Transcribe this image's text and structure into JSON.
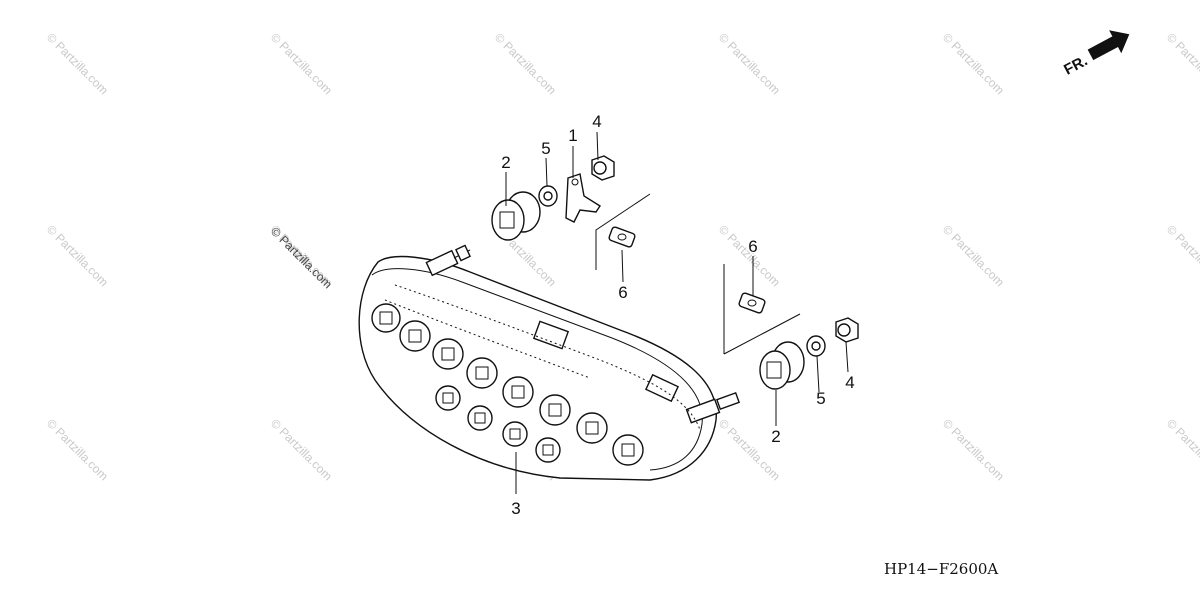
{
  "diagram": {
    "code": "HP14−F2600A",
    "direction_label": "FR.",
    "watermark": "© Partzilla.com",
    "callouts": [
      {
        "id": "c1",
        "text": "1"
      },
      {
        "id": "c2a",
        "text": "2"
      },
      {
        "id": "c2b",
        "text": "2"
      },
      {
        "id": "c3",
        "text": "3"
      },
      {
        "id": "c4a",
        "text": "4"
      },
      {
        "id": "c4b",
        "text": "4"
      },
      {
        "id": "c5a",
        "text": "5"
      },
      {
        "id": "c5b",
        "text": "5"
      },
      {
        "id": "c6a",
        "text": "6"
      },
      {
        "id": "c6b",
        "text": "6"
      }
    ]
  }
}
